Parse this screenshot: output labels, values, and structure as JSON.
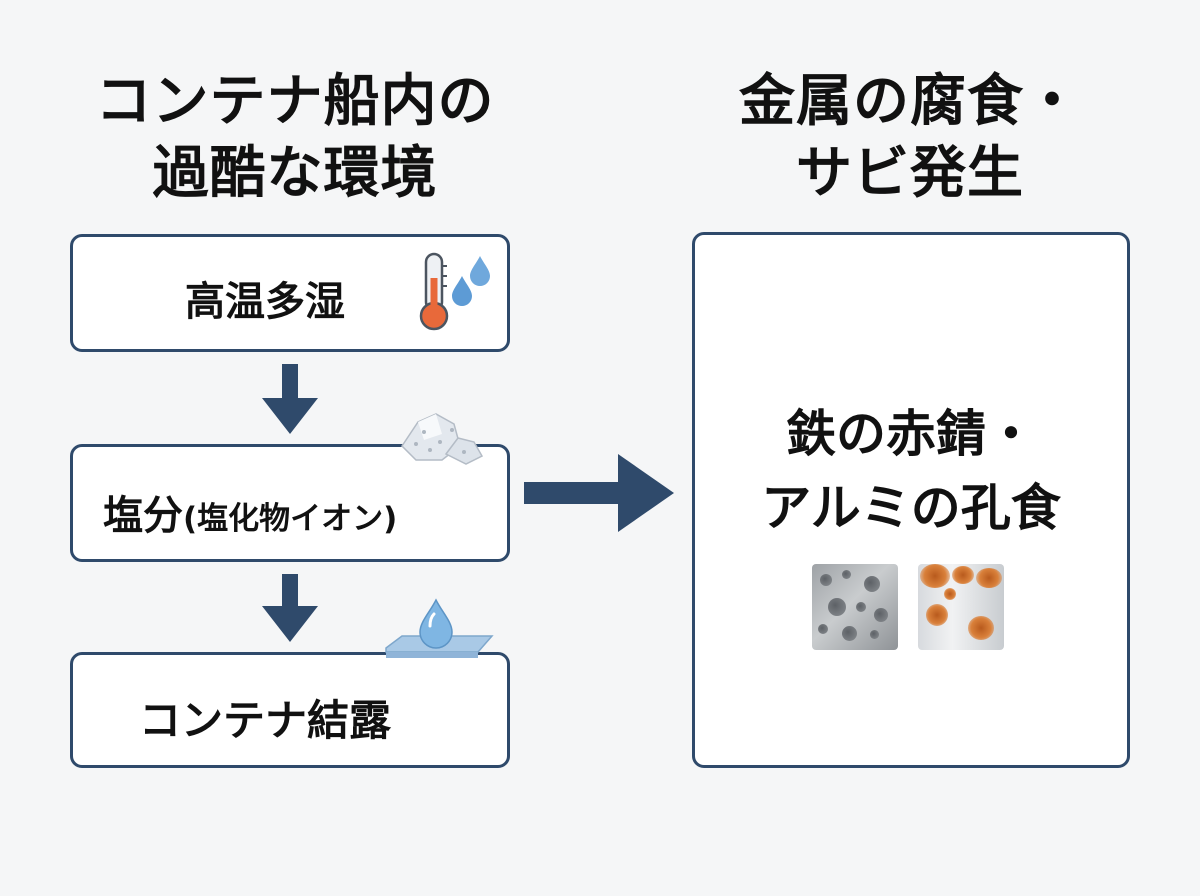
{
  "left_title": {
    "line1": "コンテナ船内の",
    "line2": "過酷な環境"
  },
  "right_title": {
    "line1": "金属の腐食・",
    "line2": "サビ発生"
  },
  "boxes": {
    "humidity": "高温多湿",
    "salt_main": "塩分",
    "salt_detail": "(塩化物イオン)",
    "condensation": "コンテナ結露"
  },
  "result": {
    "line1": "鉄の赤錆・",
    "line2": "アルミの孔食"
  },
  "icons": {
    "thermometer": "thermometer-icon",
    "water_drops": "water-drops-icon",
    "salt_crystals": "salt-crystals-icon",
    "condensation_drop": "condensation-drop-icon",
    "pitted_metal": "pitted-aluminum-texture",
    "rusted_metal": "rusted-iron-texture"
  },
  "colors": {
    "border": "#2f4a6b",
    "arrow": "#2f4a6b",
    "background": "#f5f6f7"
  }
}
